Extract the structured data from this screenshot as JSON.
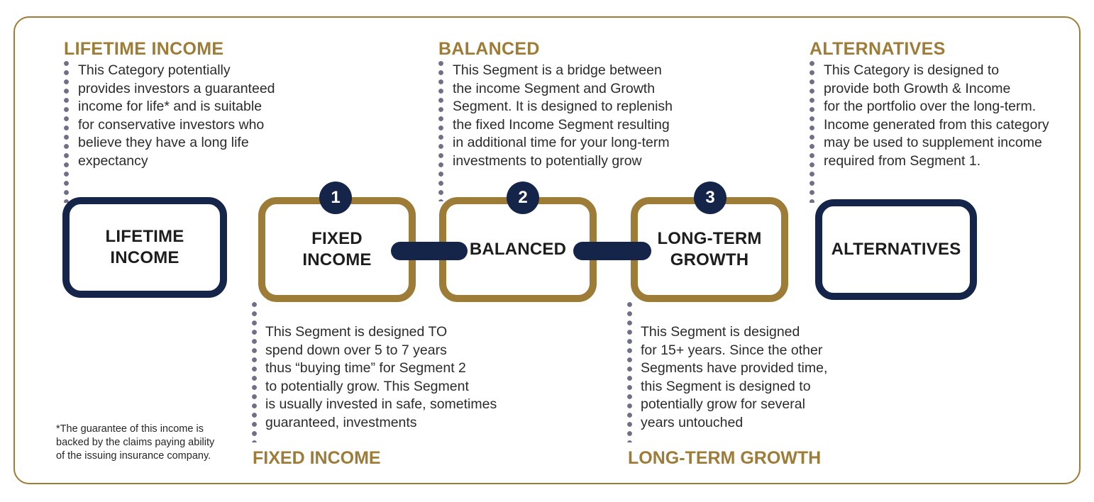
{
  "frame": {
    "border_color": "#9d7c38"
  },
  "palette": {
    "gold": "#9d7c38",
    "navy": "#15254a",
    "dot_gray": "#6f6f88",
    "body_text": "#2b2b2b"
  },
  "columns": {
    "lifetime_income": {
      "heading": "LIFETIME INCOME",
      "lines": [
        "This Category potentially",
        "provides investors a guaranteed",
        "income for life* and is suitable",
        "for conservative investors who",
        "believe they have a long life",
        "expectancy"
      ]
    },
    "balanced": {
      "heading": "BALANCED",
      "lines": [
        "This Segment is a bridge between",
        "the income Segment and Growth",
        "Segment. It is designed to replenish",
        "the fixed Income Segment resulting",
        "in additional time for your long-term",
        "investments to potentially grow"
      ]
    },
    "alternatives": {
      "heading": "ALTERNATIVES",
      "lines": [
        "This Category is designed to",
        "provide both Growth & Income",
        "for the portfolio over the long-term.",
        "Income generated from this category",
        "may be used to supplement income",
        "required from Segment 1."
      ]
    },
    "fixed_income": {
      "caption": "FIXED INCOME",
      "lines": [
        "This Segment is designed TO",
        "spend down over 5 to 7 years",
        "thus “buying time” for Segment 2",
        "to potentially grow. This Segment",
        "is usually invested in safe, sometimes",
        "guaranteed, investments"
      ]
    },
    "long_term_growth": {
      "caption": "LONG-TERM GROWTH",
      "lines": [
        "This Segment is designed",
        "for 15+ years. Since the other",
        "Segments have provided time,",
        "this Segment is designed to",
        "potentially grow for several",
        "years untouched"
      ]
    }
  },
  "boxes": [
    {
      "id": "lifetime-income",
      "label": "LIFETIME\nINCOME",
      "style": "navy",
      "badge": null
    },
    {
      "id": "fixed-income",
      "label": "FIXED\nINCOME",
      "style": "gold",
      "badge": "1"
    },
    {
      "id": "balanced",
      "label": "BALANCED",
      "style": "gold",
      "badge": "2"
    },
    {
      "id": "long-term-growth",
      "label": "LONG-TERM\nGROWTH",
      "style": "gold",
      "badge": "3"
    },
    {
      "id": "alternatives",
      "label": "ALTERNATIVES",
      "style": "navy",
      "badge": null
    }
  ],
  "footnote": {
    "lines": [
      "*The guarantee of this income is",
      "backed by the claims paying ability",
      "of the issuing insurance company."
    ]
  }
}
